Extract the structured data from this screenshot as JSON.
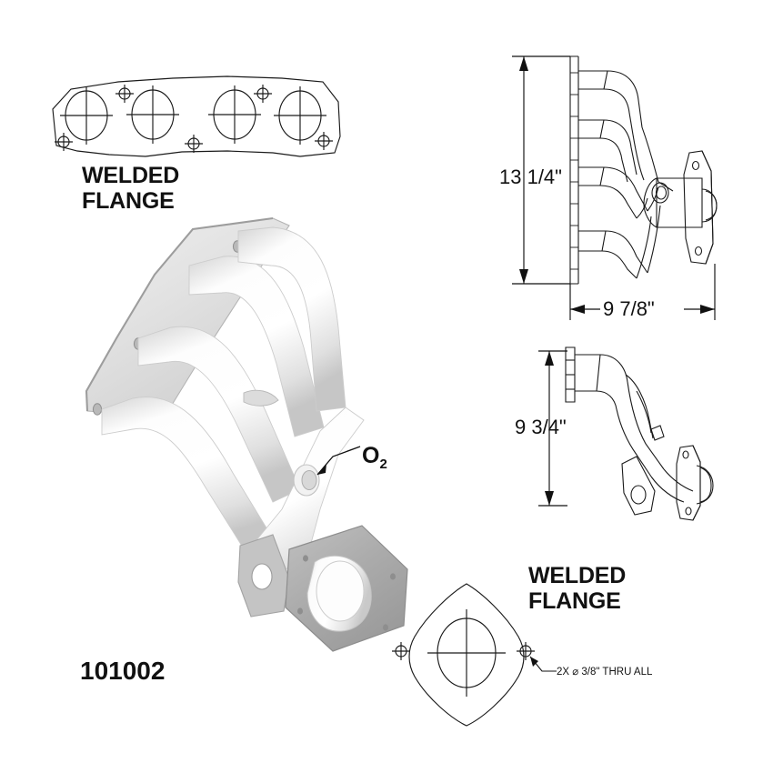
{
  "drawing": {
    "part_number": "101002",
    "sheet_width": 850,
    "sheet_height": 850,
    "background_color": "#ffffff",
    "line_color": "#1a1a1a",
    "flange_fill": "#d9d9d9",
    "flange_fill_light": "#e9e9e9",
    "tube_fill": "#f7f7f7",
    "tube_shadow": "#d2d2d2"
  },
  "labels": {
    "head_flange_line1": "WELDED",
    "head_flange_line2": "FLANGE",
    "outlet_flange_line1": "WELDED",
    "outlet_flange_line2": "FLANGE",
    "o2_sensor": "O",
    "o2_subscript": "2"
  },
  "dimensions": {
    "height_overall": "13 1/4\"",
    "depth_overall": "9 7/8\"",
    "height_lower_view": "9 3/4\""
  },
  "notes": {
    "bolt_hole_callout": "2X  ⌀ 3/8\" THRU ALL"
  },
  "views": {
    "head_flange_detail": {
      "name": "welded-flange-detail-top",
      "port_count": 4,
      "bolt_hole_count": 4
    },
    "isometric_main": {
      "name": "exhaust-header-isometric",
      "runner_count": 4,
      "has_o2_boss": true,
      "has_hanger_bracket": true
    },
    "side_view_upper": {
      "name": "header-side-view",
      "dimension_vertical": "13 1/4\"",
      "dimension_horizontal": "9 7/8\""
    },
    "side_view_lower": {
      "name": "downpipe-side-view",
      "dimension_vertical": "9 3/4\""
    },
    "outlet_flange_detail": {
      "name": "welded-flange-detail-outlet",
      "bolt_hole_count": 2,
      "hole_spec": "⌀ 3/8\" THRU ALL"
    }
  }
}
